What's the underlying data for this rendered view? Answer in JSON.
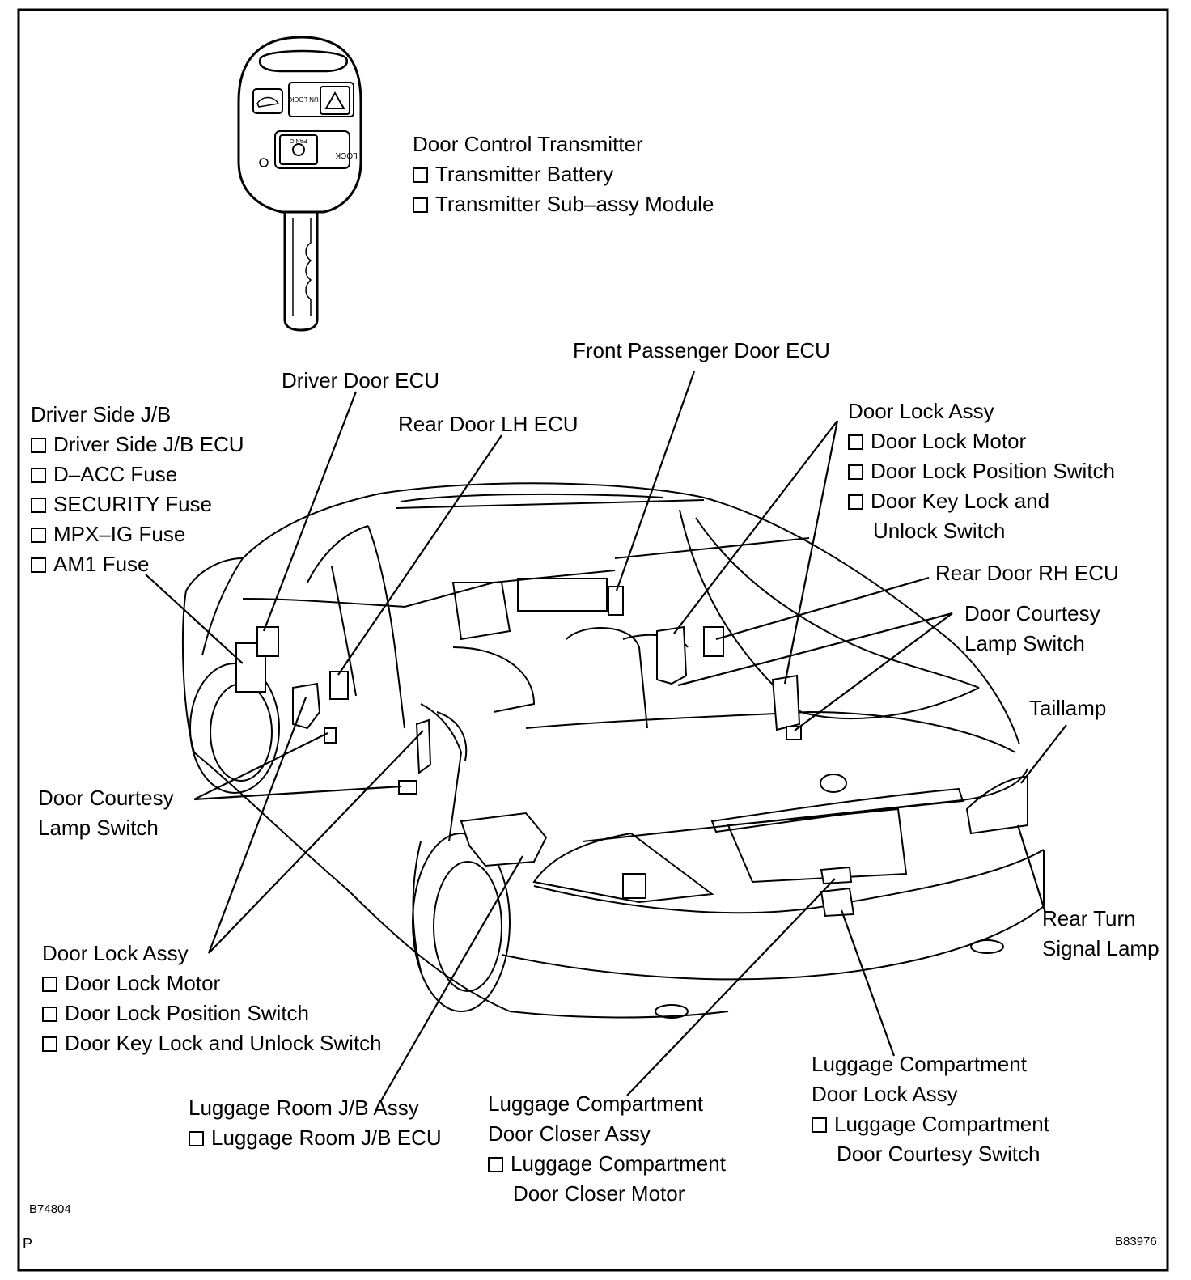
{
  "figure_code": "B74804",
  "page_marker": "P",
  "doc_code": "B83976",
  "labels": {
    "transmitter": {
      "title": "Door Control Transmitter",
      "items": [
        "Transmitter Battery",
        "Transmitter Sub–assy Module"
      ]
    },
    "driver_jb": {
      "title": "Driver Side J/B",
      "items": [
        "Driver Side J/B ECU",
        "D–ACC Fuse",
        "SECURITY Fuse",
        "MPX–IG Fuse",
        "AM1 Fuse"
      ]
    },
    "driver_door_ecu": "Driver Door ECU",
    "rear_door_lh_ecu": "Rear Door LH ECU",
    "front_passenger_door_ecu": "Front Passenger Door ECU",
    "door_lock_assy_right": {
      "title": "Door Lock Assy",
      "items": [
        "Door Lock Motor",
        "Door Lock Position Switch",
        "Door Key Lock and"
      ],
      "cont": "Unlock Switch"
    },
    "rear_door_rh_ecu": "Rear Door RH ECU",
    "door_courtesy_right": [
      "Door Courtesy",
      "Lamp Switch"
    ],
    "taillamp": "Taillamp",
    "door_courtesy_left": [
      "Door Courtesy",
      "Lamp Switch"
    ],
    "rear_turn": [
      "Rear Turn",
      "Signal Lamp"
    ],
    "door_lock_assy_left": {
      "title": "Door Lock Assy",
      "items": [
        "Door Lock Motor",
        "Door Lock Position Switch",
        "Door Key Lock and Unlock Switch"
      ]
    },
    "luggage_jb": {
      "title": "Luggage Room J/B Assy",
      "items": [
        "Luggage Room J/B ECU"
      ]
    },
    "luggage_closer": {
      "title": [
        "Luggage Compartment",
        "Door Closer Assy"
      ],
      "item": "Luggage Compartment",
      "cont": "Door Closer Motor"
    },
    "luggage_lock": {
      "title": [
        "Luggage Compartment",
        "Door Lock Assy"
      ],
      "item": "Luggage Compartment",
      "cont": "Door Courtesy Switch"
    }
  },
  "key_buttons": [
    "LOCK",
    "PANIC",
    "UN LOCK"
  ]
}
